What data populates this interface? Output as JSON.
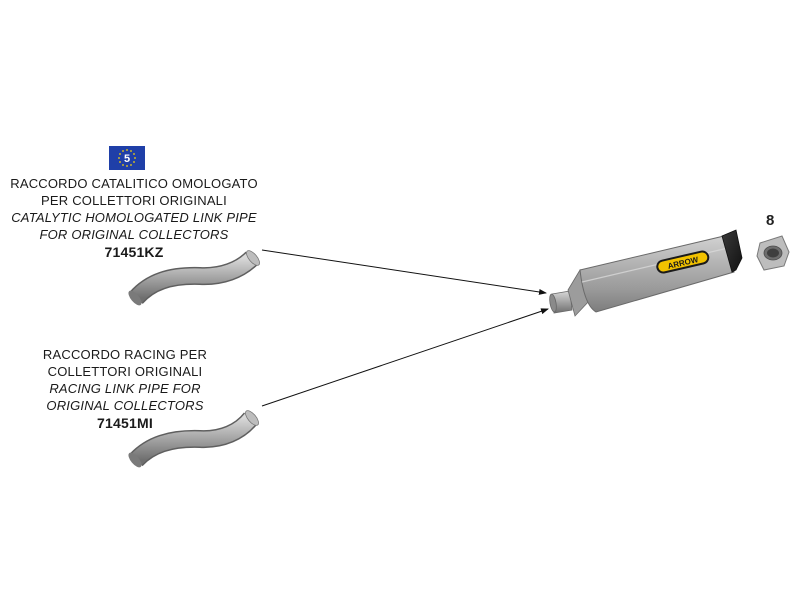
{
  "euro_badge": {
    "number": "5",
    "color": "#1f3fa8",
    "star_color": "#f5d20a"
  },
  "pipe_catalytic": {
    "label_it_1": "RACCORDO CATALITICO OMOLOGATO",
    "label_it_2": "PER COLLETTORI ORIGINALI",
    "label_en_1": "CATALYTIC HOMOLOGATED LINK PIPE",
    "label_en_2": "FOR ORIGINAL COLLECTORS",
    "code": "71451KZ"
  },
  "pipe_racing": {
    "label_it_1": "RACCORDO RACING PER",
    "label_it_2": "COLLETTORI ORIGINALI",
    "label_en_1": "RACING LINK PIPE FOR",
    "label_en_2": "ORIGINAL COLLECTORS",
    "code": "71451MI"
  },
  "silencer": {
    "brand": "ARROW",
    "brand_color": "#f2c200"
  },
  "end_cap": {
    "number": "8"
  }
}
